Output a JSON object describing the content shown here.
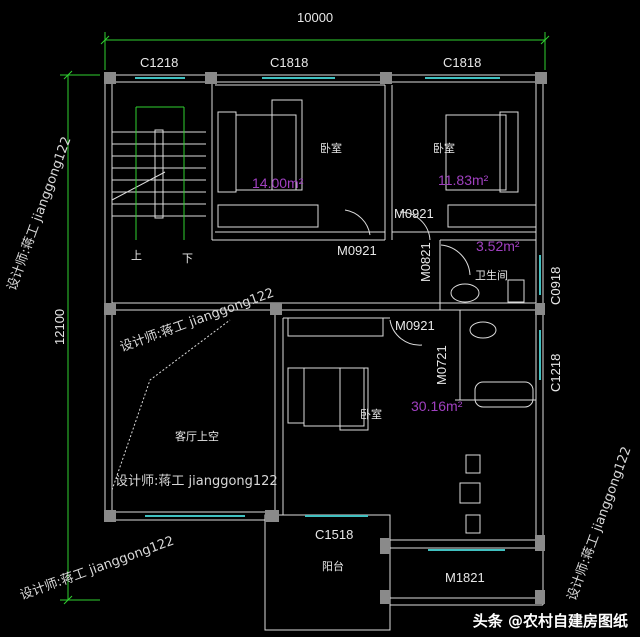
{
  "dimensions": {
    "width_label": "10000",
    "height_label": "12100"
  },
  "windows": {
    "top_left": "C1218",
    "top_mid": "C1818",
    "top_right": "C1818",
    "bath_right": "C0918",
    "right_lower": "C1218",
    "balcony": "C1518"
  },
  "doors": {
    "bed1": "M0921",
    "bed2": "M0921",
    "bath": "M0821",
    "master": "M0921",
    "master_bath": "M0721",
    "balcony": "M1821"
  },
  "rooms": {
    "bed1": {
      "label": "卧室",
      "area": "14.00m²"
    },
    "bed2": {
      "label": "卧室",
      "area": "11.83m²"
    },
    "bath": {
      "label": "卫生间",
      "area": "3.52m²"
    },
    "master": {
      "label": "卧室",
      "area": "30.16m²"
    },
    "void": {
      "label": "客厅上空"
    },
    "balcony": {
      "label": "阳台"
    }
  },
  "stairs": {
    "up": "上",
    "down": "下"
  },
  "watermark": "设计师:蒋工 jianggong122",
  "footer": "头条 @农村自建房图纸",
  "colors": {
    "background": "#000000",
    "wall": "#8a8a8a",
    "window": "#40c0c0",
    "area": "#a040c0",
    "dimension": "#30d030"
  }
}
